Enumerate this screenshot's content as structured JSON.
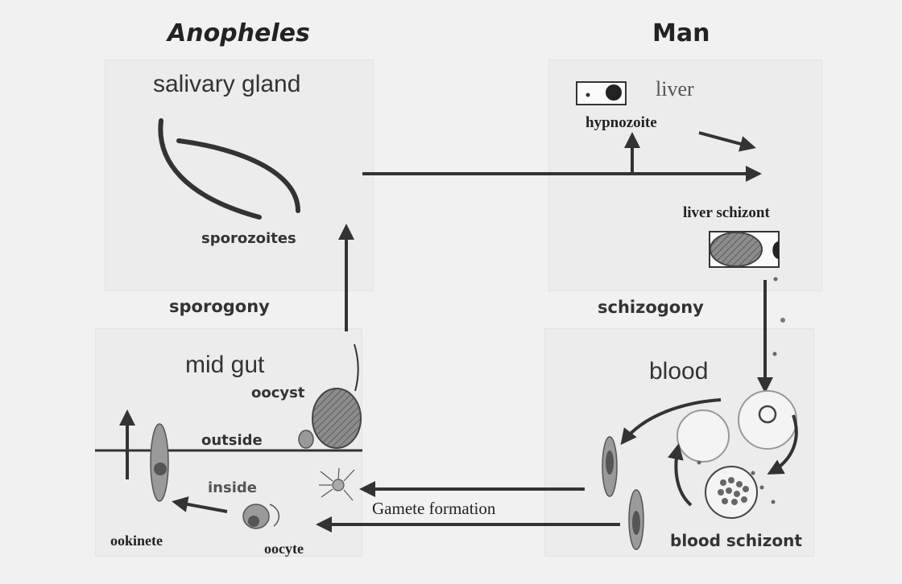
{
  "headings": {
    "anopheles": "Anopheles",
    "man": "Man",
    "sporogony": "sporogony",
    "schizogony": "schizogony"
  },
  "labels": {
    "salivary_gland": "salivary gland",
    "sporozoites": "sporozoites",
    "liver": "liver",
    "hypnozoite": "hypnozoite",
    "liver_schizont": "liver schizont",
    "mid_gut": "mid gut",
    "oocyst": "oocyst",
    "outside": "outside",
    "inside": "inside",
    "ookinete": "ookinete",
    "oocyte": "oocyte",
    "gamete_formation": "Gamete formation",
    "blood": "blood",
    "blood_schizont": "blood schizont"
  },
  "colors": {
    "background": "#f1f1f1",
    "panel": "#ececec",
    "stroke": "#333333",
    "parasite_fill": "#9a9a9a",
    "nucleus_fill": "#444444"
  }
}
